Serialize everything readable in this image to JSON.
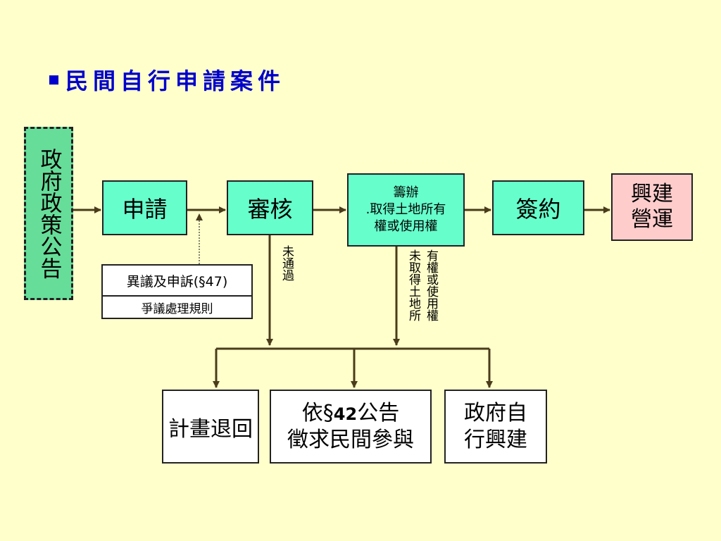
{
  "title": "民間自行申請案件",
  "nodes": {
    "policy": "政府政策公告",
    "apply": "申請",
    "review": "審核",
    "prepare_title": "籌辦",
    "prepare_line1": ".取得土地所有",
    "prepare_line2": "權或使用權",
    "sign": "簽約",
    "build_line1": "興建",
    "build_line2": "營運",
    "objection": "異議及申訴(§47)",
    "dispute": "爭議處理規則",
    "return_plan": "計畫退回",
    "announce_line1_pre": "依§",
    "announce_line1_num": "42",
    "announce_line1_post": "公告",
    "announce_line2": "徵求民間參與",
    "gov_line1": "政府自",
    "gov_line2": "行興建"
  },
  "labels": {
    "not_passed": "未通過",
    "not_obtained_col1": "未取得土地所",
    "not_obtained_col2": "有權或使用權"
  },
  "colors": {
    "background": "#FFFFCC",
    "title": "#0000CC",
    "process_box": "#66FFCC",
    "final_box": "#FFCCCC",
    "policy_box": "#66DD99",
    "arrow": "#4A3C1A"
  }
}
